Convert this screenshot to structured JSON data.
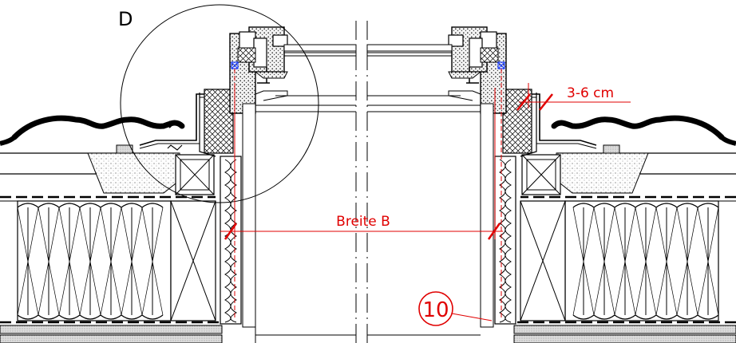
{
  "labels": {
    "detail": "D",
    "width": "Breite B",
    "gap": "3-6 cm",
    "callout": "10"
  },
  "colors": {
    "line": "#000000",
    "dimension": "#e00000",
    "fixing": "#1a3cff",
    "paper": "#ffffff"
  }
}
